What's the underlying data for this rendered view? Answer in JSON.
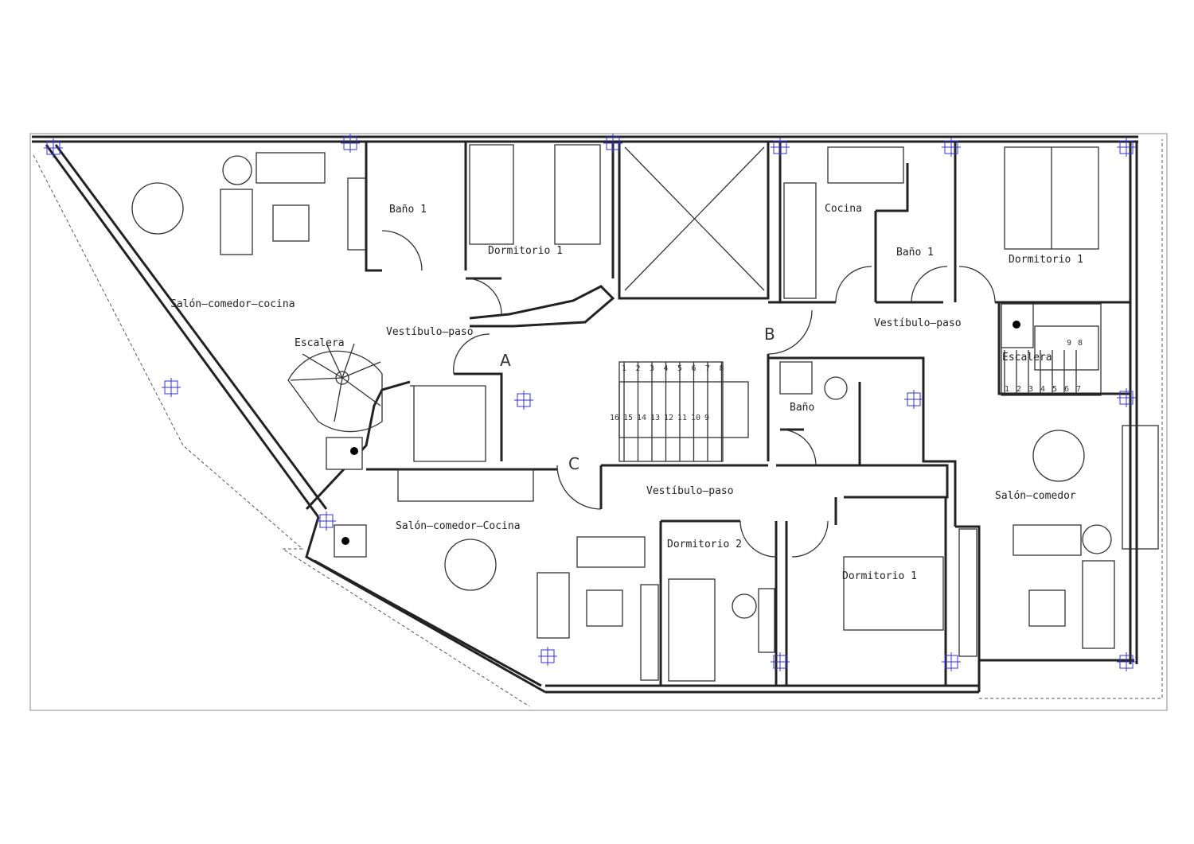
{
  "plan": {
    "rooms": {
      "salon_comedor_cocina_left": "Salón—comedor—cocina",
      "bano1_left": "Baño 1",
      "dormitorio1_left": "Dormitorio 1",
      "escalera_spiral": "Escalera",
      "vestibulo_left": "Vestíbulo—paso",
      "cocina_right": "Cocina",
      "bano1_right": "Baño 1",
      "dormitorio1_right": "Dormitorio 1",
      "vestibulo_right": "Vestíbulo—paso",
      "escalera_right": "Escalera",
      "bano_center": "Baño",
      "vestibulo_center": "Vestíbulo—paso",
      "salon_comedor_right": "Salón—comedor",
      "salon_comedor_cocina_bottom": "Salón—comedor—Cocina",
      "dormitorio2_bottom": "Dormitorio 2",
      "dormitorio_bottom": "Dormitorio 1"
    },
    "markers": {
      "a": "A",
      "b": "B",
      "c": "C"
    },
    "central_stair_top": [
      "1",
      "2",
      "3",
      "4",
      "5",
      "6",
      "7",
      "8"
    ],
    "central_stair_bottom": [
      "16",
      "15",
      "14",
      "13",
      "12",
      "11",
      "10",
      "9"
    ],
    "right_stair_bottom": [
      "1",
      "2",
      "3",
      "4",
      "5",
      "6",
      "7"
    ],
    "right_stair_top": [
      "9",
      "8"
    ]
  }
}
